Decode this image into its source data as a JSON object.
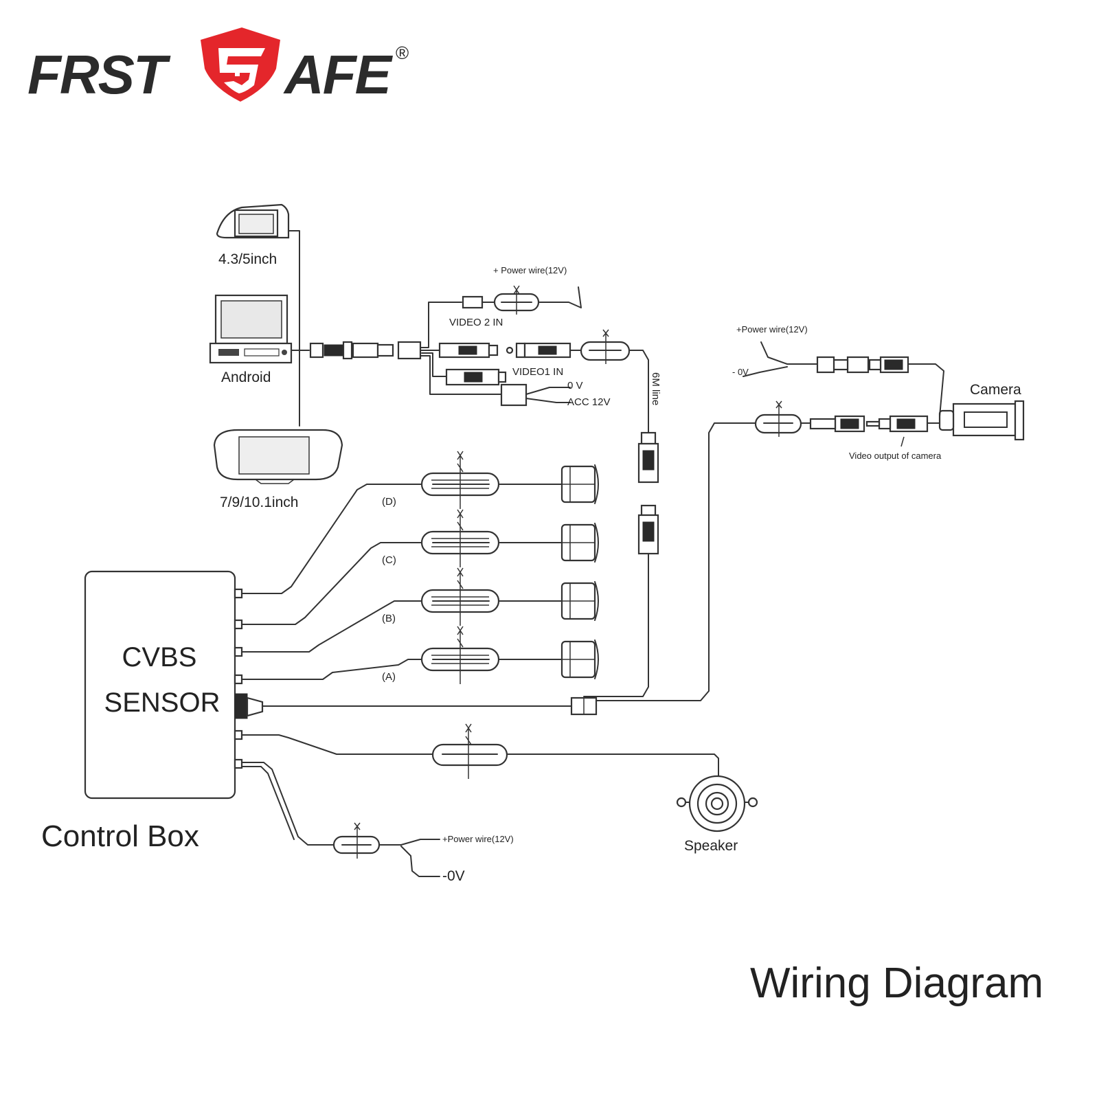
{
  "brand": {
    "name_left": "FRST",
    "name_right": "AFE",
    "registered": "®",
    "logo_color": "#e4262b",
    "text_color": "#2b2b2b"
  },
  "title": {
    "text": "Wiring Diagram",
    "color": "#e4262b"
  },
  "monitors": {
    "small_monitor": "4.3/5inch",
    "android_unit": "Android",
    "mirror_monitor": "7/9/10.1inch"
  },
  "wiring": {
    "power_wire_top": "+ Power wire(12V)",
    "video2_in": "VIDEO 2 IN",
    "video1_in": "VIDEO1 IN",
    "zero_v": "0 V",
    "acc_12v": "ACC 12V",
    "line_6m": "6M line"
  },
  "camera": {
    "label": "Camera",
    "power_wire": "+Power wire(12V)",
    "minus_0v": "- 0V",
    "video_output": "Video output of camera"
  },
  "sensors": [
    "(D)",
    "(C)",
    "(B)",
    "(A)"
  ],
  "control_box": {
    "line1": "CVBS",
    "line2": "SENSOR",
    "caption": "Control Box",
    "power_wire": "+Power wire(12V)",
    "minus_0v": "-0V"
  },
  "speaker": {
    "label": "Speaker"
  }
}
